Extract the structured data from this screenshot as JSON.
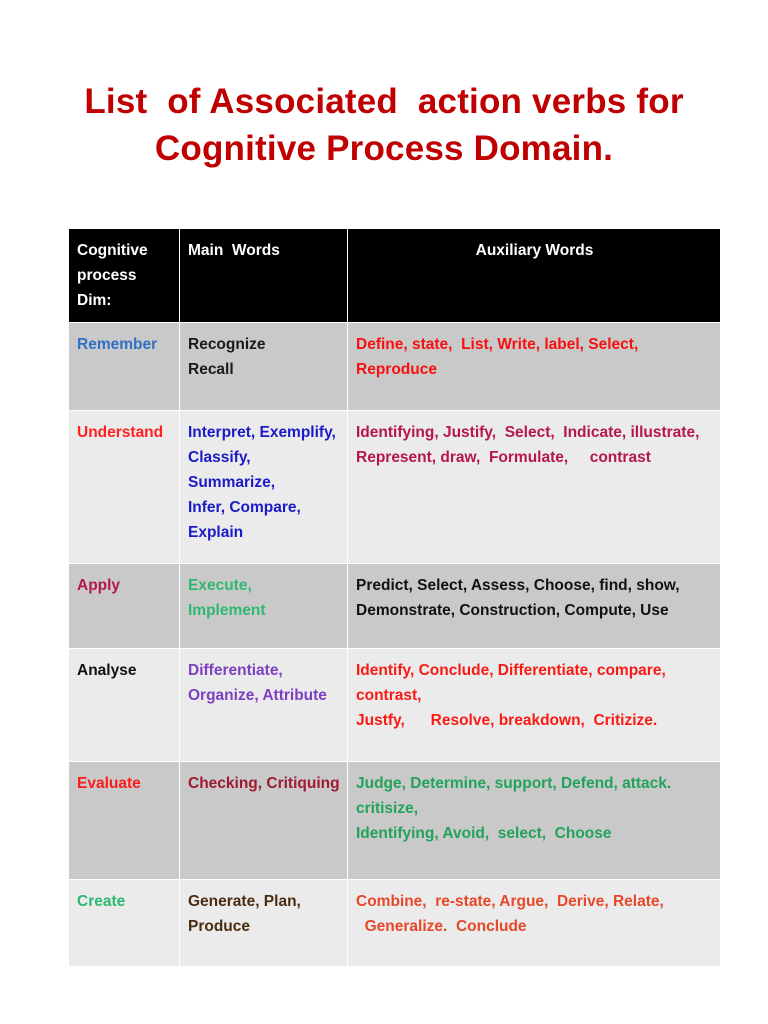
{
  "title": {
    "line1": "List  of Associated  action verbs for",
    "line2": "Cognitive Process Domain.",
    "color": "#c00000"
  },
  "table": {
    "headers": {
      "col1": "Cognitive\nprocess Dim:",
      "col2": "Main  Words",
      "col3": "Auxiliary Words"
    },
    "header_bg": "#000000",
    "header_fg": "#ffffff",
    "row_shade_dark": "#c9c9c9",
    "row_shade_light": "#ebebeb",
    "rows": [
      {
        "dimension": "Remember",
        "dimension_color": "#2f6fc4",
        "main_words": "Recognize\nRecall",
        "main_color": "#1a1a1a",
        "auxiliary_words": "Define, state,  List, Write, label, Select,\nReproduce",
        "auxiliary_color": "#fa0f0f",
        "shade": "dark"
      },
      {
        "dimension": "Understand",
        "dimension_color": "#ff2020",
        "main_words": "Interpret, Exemplify,\nClassify, Summarize,\nInfer, Compare,\nExplain",
        "main_color": "#1a1ac8",
        "auxiliary_words": "Identifying, Justify,  Select,  Indicate, illustrate,\nRepresent, draw,  Formulate,     contrast",
        "auxiliary_color": "#b5174a",
        "shade": "light"
      },
      {
        "dimension": "Apply",
        "dimension_color": "#b5174a",
        "main_words": "Execute,\nImplement",
        "main_color": "#2eb872",
        "auxiliary_words": "Predict, Select, Assess, Choose, find, show,\nDemonstrate, Construction, Compute, Use",
        "auxiliary_color": "#111111",
        "shade": "dark"
      },
      {
        "dimension": "Analyse",
        "dimension_color": "#111111",
        "main_words": "Differentiate,\nOrganize, Attribute",
        "main_color": "#7c3fbf",
        "auxiliary_words": "Identify, Conclude, Differentiate, compare,\ncontrast,\nJustfy,      Resolve, breakdown,  Critizize.",
        "auxiliary_color": "#fa1a14",
        "shade": "light"
      },
      {
        "dimension": "Evaluate",
        "dimension_color": "#ff1a1a",
        "main_words": "Checking, Critiquing",
        "main_color": "#9e1b32",
        "auxiliary_words": "Judge, Determine, support, Defend, attack.\ncritisize,\nIdentifying, Avoid,  select,  Choose",
        "auxiliary_color": "#21a35a",
        "shade": "dark"
      },
      {
        "dimension": "Create",
        "dimension_color": "#2eb872",
        "main_words": "Generate, Plan,\nProduce",
        "main_color": "#4a2c10",
        "auxiliary_words": "Combine,  re-state, Argue,  Derive, Relate,\n  Generalize.  Conclude",
        "auxiliary_color": "#e8472a",
        "shade": "light"
      }
    ]
  }
}
